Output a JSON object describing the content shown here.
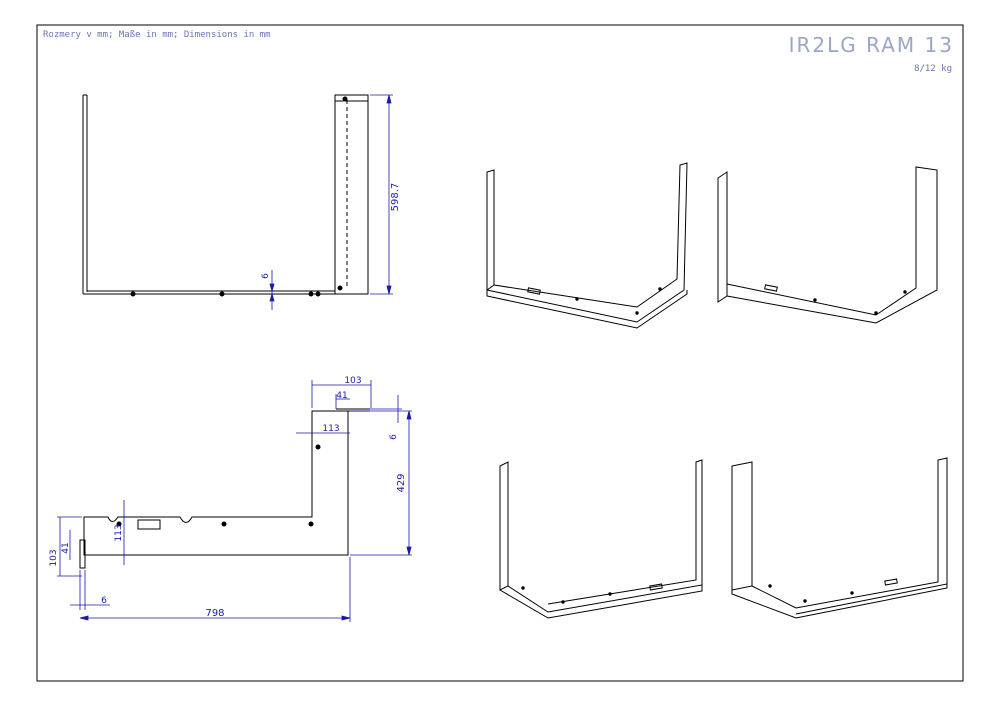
{
  "header": {
    "units_note": "Rozmery v mm; Maße in mm; Dimensions in mm",
    "title": "IR2LG RAM 13",
    "weight": "8/12 kg"
  },
  "dimensions": {
    "side_view": {
      "height": "598.7",
      "thickness": "6"
    },
    "plan_view": {
      "d_103_top": "103",
      "d_41_top": "41",
      "d_113_top": "113",
      "d_6_right": "6",
      "d_429": "429",
      "d_113_left": "113",
      "d_103_left": "103",
      "d_41_left": "41",
      "d_6_bottom": "6",
      "d_798": "798"
    }
  },
  "colors": {
    "drawing_line": "#000000",
    "dimension": "#1a1aa6",
    "title_text": "#9aa6c8",
    "frame": "#000000"
  }
}
